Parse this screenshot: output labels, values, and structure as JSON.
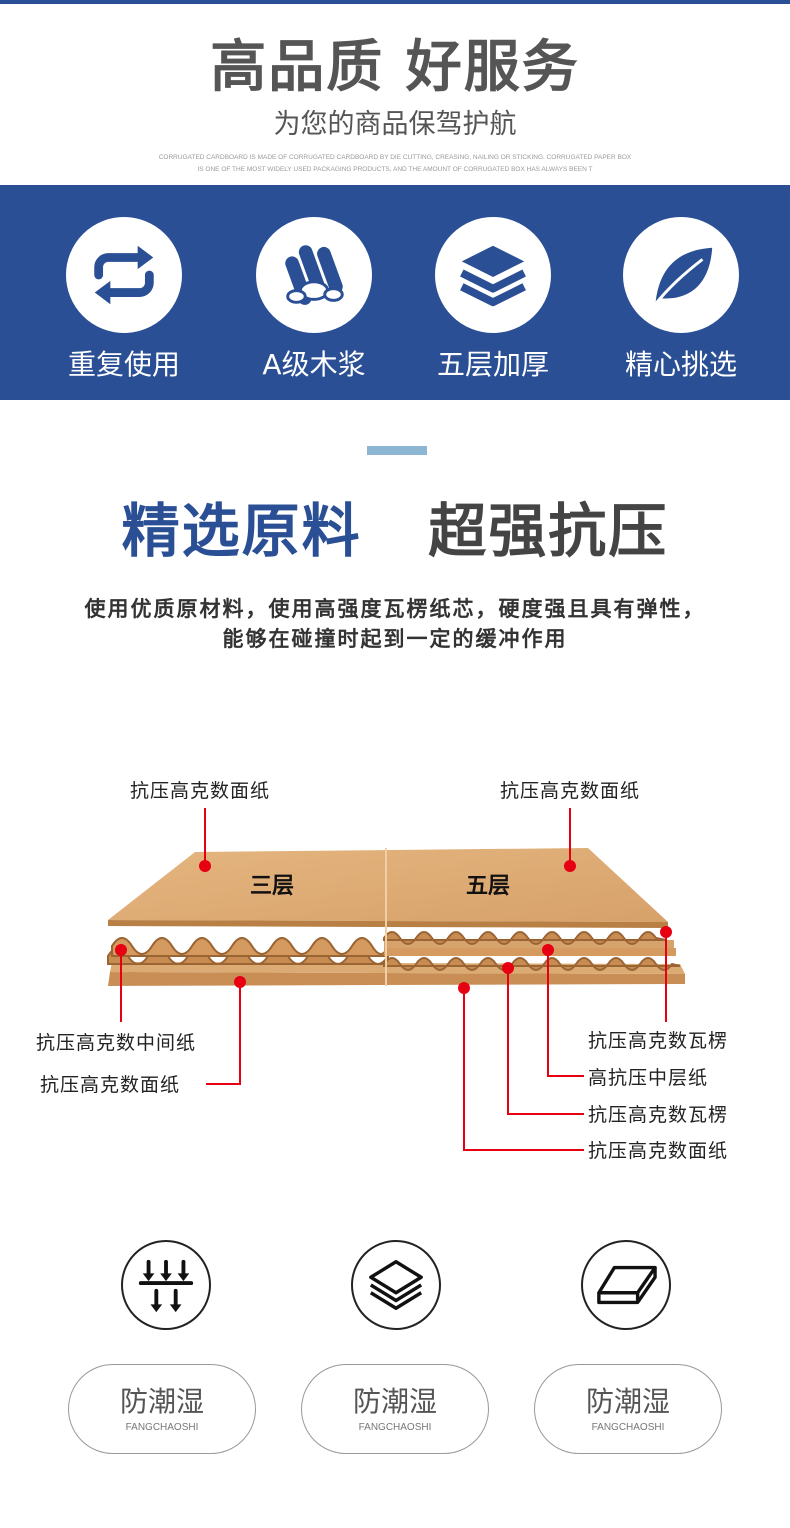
{
  "hero": {
    "title": "高品质 好服务",
    "subtitle": "为您的商品保驾护航",
    "english_line1": "CORRUGATED CARDBOARD IS MADE OF CORRUGATED CARDBOARD BY DIE CUTTING, CREASING, NAILING OR STICKING. CORRUGATED PAPER BOX",
    "english_line2": "IS ONE OF THE MOST WIDELY USED PACKAGING PRODUCTS, AND THE AMOUNT OF CORRUGATED BOX HAS ALWAYS BEEN T"
  },
  "features": [
    {
      "label": "重复使用",
      "icon": "recycle-arrows-icon"
    },
    {
      "label": "A级木浆",
      "icon": "wood-logs-icon"
    },
    {
      "label": "五层加厚",
      "icon": "stacked-layers-icon"
    },
    {
      "label": "精心挑选",
      "icon": "leaf-icon"
    }
  ],
  "section": {
    "title_part1": "精选原料",
    "title_part2": "超强抗压",
    "desc_line1": "使用优质原材料，使用高强度瓦楞纸芯，硬度强且具有弹性，",
    "desc_line2": "能够在碰撞时起到一定的缓冲作用"
  },
  "diagram": {
    "tag_three": "三层",
    "tag_five": "五层",
    "callouts": {
      "left_top": "抗压高克数面纸",
      "left_mid": "抗压高克数中间纸",
      "left_bottom": "抗压高克数面纸",
      "right_top": "抗压高克数面纸",
      "right_1": "抗压高克数瓦楞",
      "right_2": "高抗压中层纸",
      "right_3": "抗压高克数瓦楞",
      "right_4": "抗压高克数面纸"
    }
  },
  "properties": [
    {
      "icon": "pressure-arrows-icon",
      "cn": "防潮湿",
      "en": "FANGCHAOSHI"
    },
    {
      "icon": "layered-sheets-icon",
      "cn": "防潮湿",
      "en": "FANGCHAOSHI"
    },
    {
      "icon": "board-block-icon",
      "cn": "防潮湿",
      "en": "FANGCHAOSHI"
    }
  ],
  "colors": {
    "brand_blue": "#2b4f95",
    "accent_light_blue": "#8db6d4",
    "callout_red": "#e60012",
    "kraft": "#d9a56b"
  }
}
